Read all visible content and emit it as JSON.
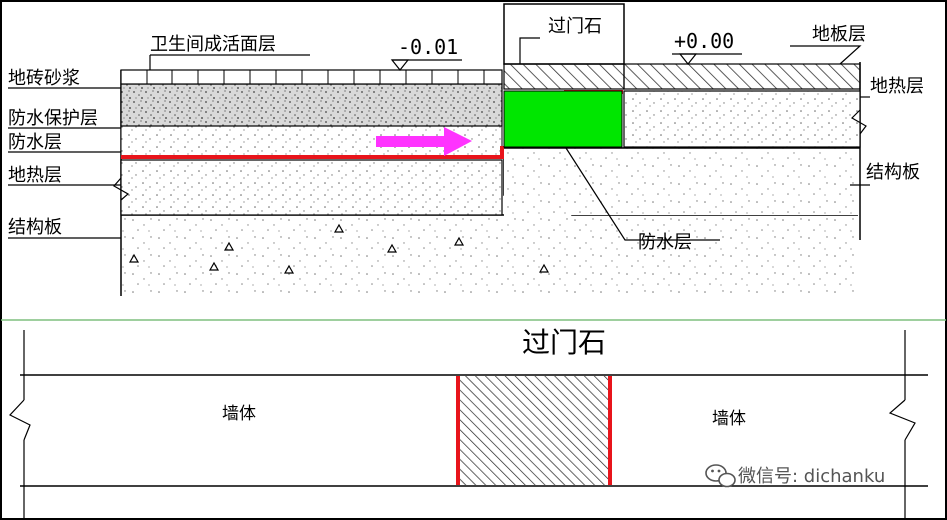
{
  "colors": {
    "waterproof": "#e8141b",
    "threshold_fill": "#00e600",
    "arrow": "#ff33ff",
    "divider": "#7fbf7f",
    "hatch": "#333333"
  },
  "section": {
    "labels": {
      "tile_surface": "卫生间成活面层",
      "elev_bath": "-0.01",
      "threshold_stone": "过门石",
      "elev_floor": "+0.00",
      "floor_layer": "地板层",
      "tile_mortar": "地砖砂浆",
      "floor_heating_right": "地热层",
      "waterproof_protect": "防水保护层",
      "waterproof_left": "防水层",
      "floor_heating_left": "地热层",
      "structural_right": "结构板",
      "structural_left": "结构板",
      "waterproof_callout": "防水层"
    }
  },
  "plan": {
    "title": "过门石",
    "wall_left": "墙体",
    "wall_right": "墙体"
  },
  "watermark": {
    "icon": "wechat-icon",
    "text": "微信号: dichanku"
  }
}
